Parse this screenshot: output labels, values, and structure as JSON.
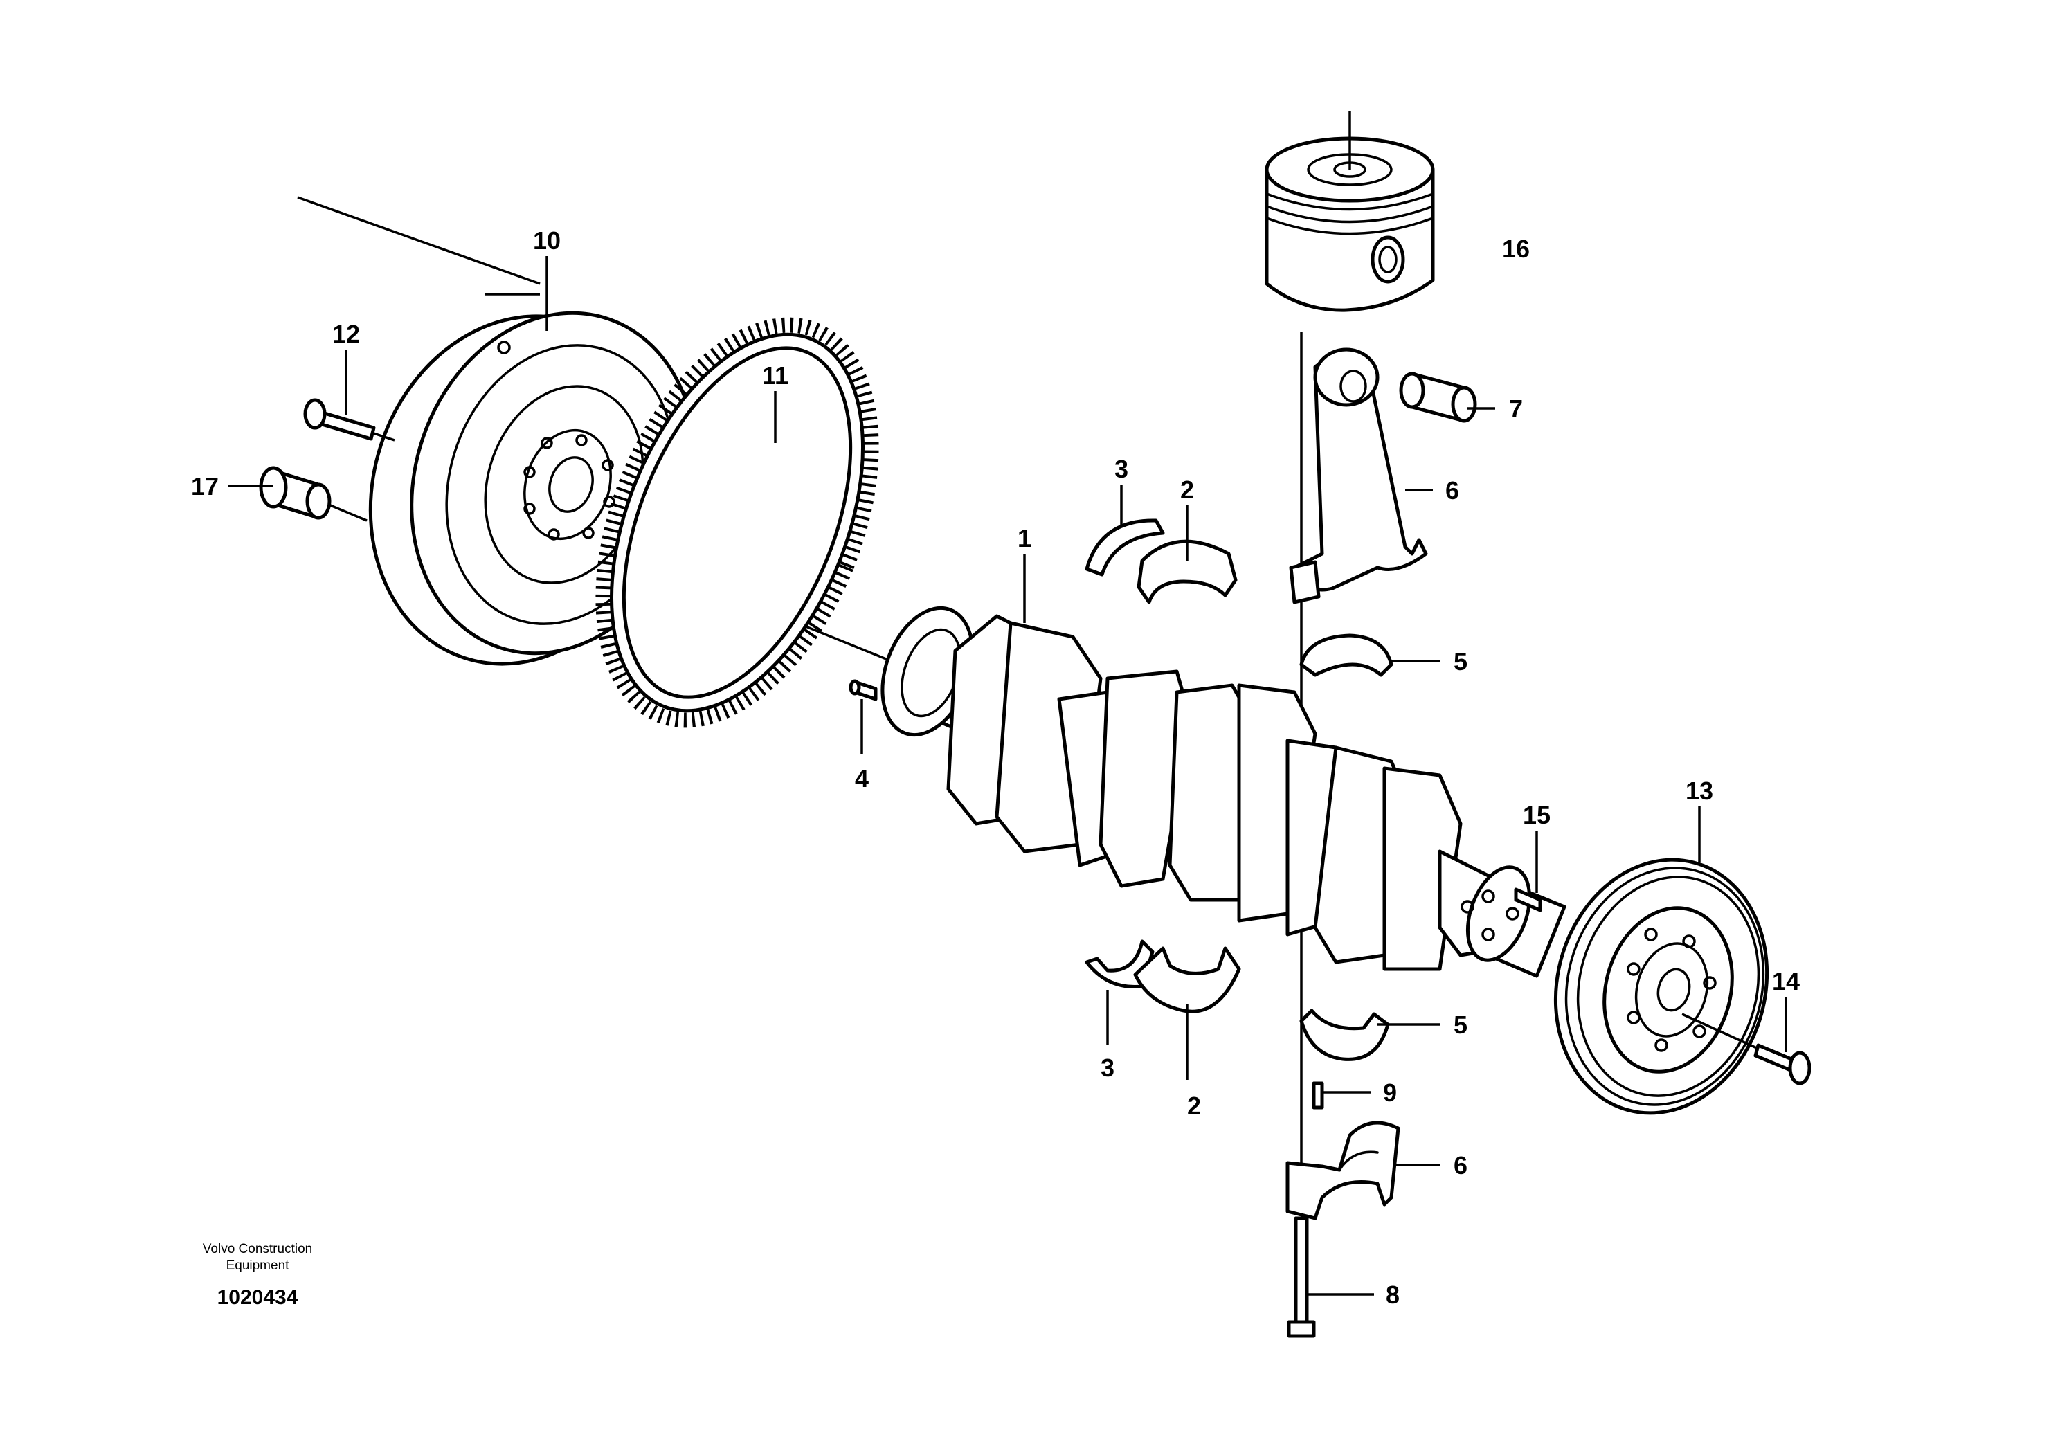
{
  "callouts": {
    "c1": "1",
    "c2a": "2",
    "c2b": "2",
    "c3a": "3",
    "c3b": "3",
    "c4": "4",
    "c5a": "5",
    "c5b": "5",
    "c6a": "6",
    "c6b": "6",
    "c7": "7",
    "c8": "8",
    "c9": "9",
    "c10": "10",
    "c11": "11",
    "c12": "12",
    "c13": "13",
    "c14": "14",
    "c15": "15",
    "c16": "16",
    "c17": "17"
  },
  "caption": {
    "line1": "Volvo Construction",
    "line2": "Equipment",
    "number": "1020434"
  }
}
